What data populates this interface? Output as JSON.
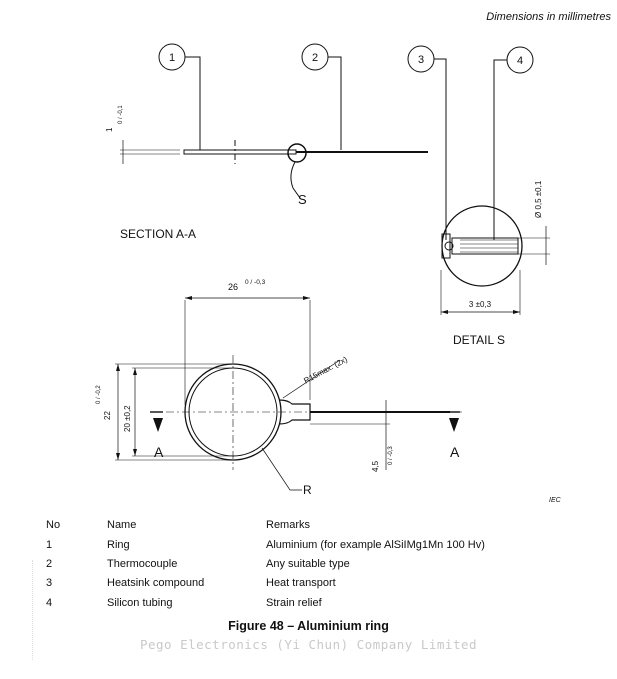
{
  "header": {
    "units_note": "Dimensions in millimetres"
  },
  "drawing": {
    "callouts": [
      "1",
      "2",
      "3",
      "4"
    ],
    "section_label": "SECTION A-A",
    "detail_label": "DETAIL S",
    "section_marker": "S",
    "section_cut_left": "A",
    "section_cut_right": "A",
    "radius_label": "R",
    "radius_note": "R15max. (2x)",
    "dim_thickness": "1",
    "dim_thickness_tol": "0 / -0,1",
    "dim_width": "26",
    "dim_width_tol": "0 / -0,3",
    "dim_outer_dia": "22",
    "dim_outer_dia_tol": "0 / -0,2",
    "dim_inner_dia": "20 ±0,2",
    "dim_tab": "4,5",
    "dim_tab_tol": "0 / -0,3",
    "dim_tube_dia": "Ø 0,5 ±0,1",
    "dim_detail_len": "3 ±0,3",
    "iec_mark": "IEC"
  },
  "parts_table": {
    "headers": [
      "No",
      "Name",
      "Remarks"
    ],
    "rows": [
      {
        "no": "1",
        "name": "Ring",
        "remarks": "Aluminium (for example AlSiIMg1Mn 100 Hv)"
      },
      {
        "no": "2",
        "name": "Thermocouple",
        "remarks": "Any suitable type"
      },
      {
        "no": "3",
        "name": "Heatsink compound",
        "remarks": "Heat transport"
      },
      {
        "no": "4",
        "name": "Silicon tubing",
        "remarks": "Strain relief"
      }
    ]
  },
  "caption": "Figure 48 – Aluminium ring",
  "watermark": "Pego Electronics (Yi Chun) Company Limited"
}
